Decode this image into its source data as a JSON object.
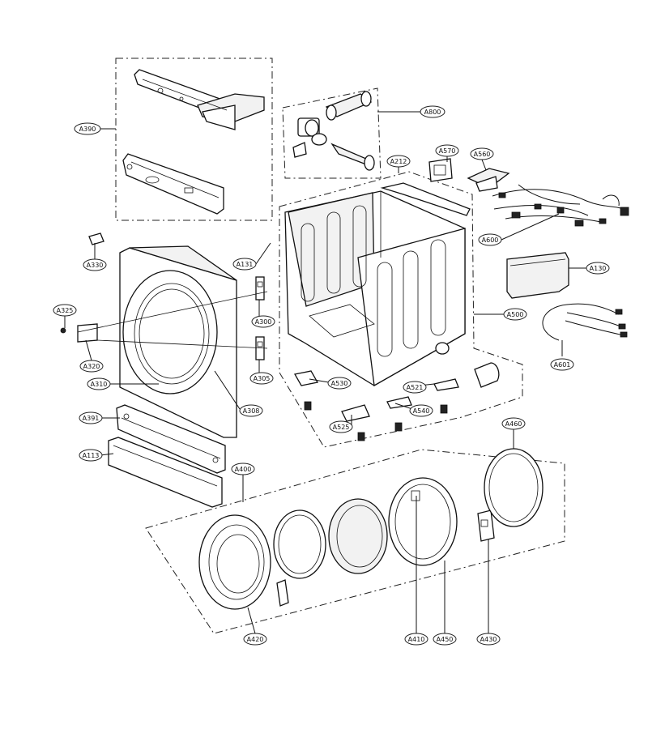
{
  "labels": {
    "A390": "A390",
    "A800": "A800",
    "A212": "A212",
    "A570": "A570",
    "A560": "A560",
    "A600": "A600",
    "A330": "A330",
    "A131": "A131",
    "A130": "A130",
    "A325": "A325",
    "A300": "A300",
    "A500": "A500",
    "A601": "A601",
    "A320": "A320",
    "A305": "A305",
    "A310": "A310",
    "A308": "A308",
    "A530": "A530",
    "A521": "A521",
    "A525": "A525",
    "A540": "A540",
    "A391": "A391",
    "A113": "A113",
    "A400": "A400",
    "A460": "A460",
    "A420": "A420",
    "A410": "A410",
    "A450": "A450",
    "A430": "A430"
  }
}
